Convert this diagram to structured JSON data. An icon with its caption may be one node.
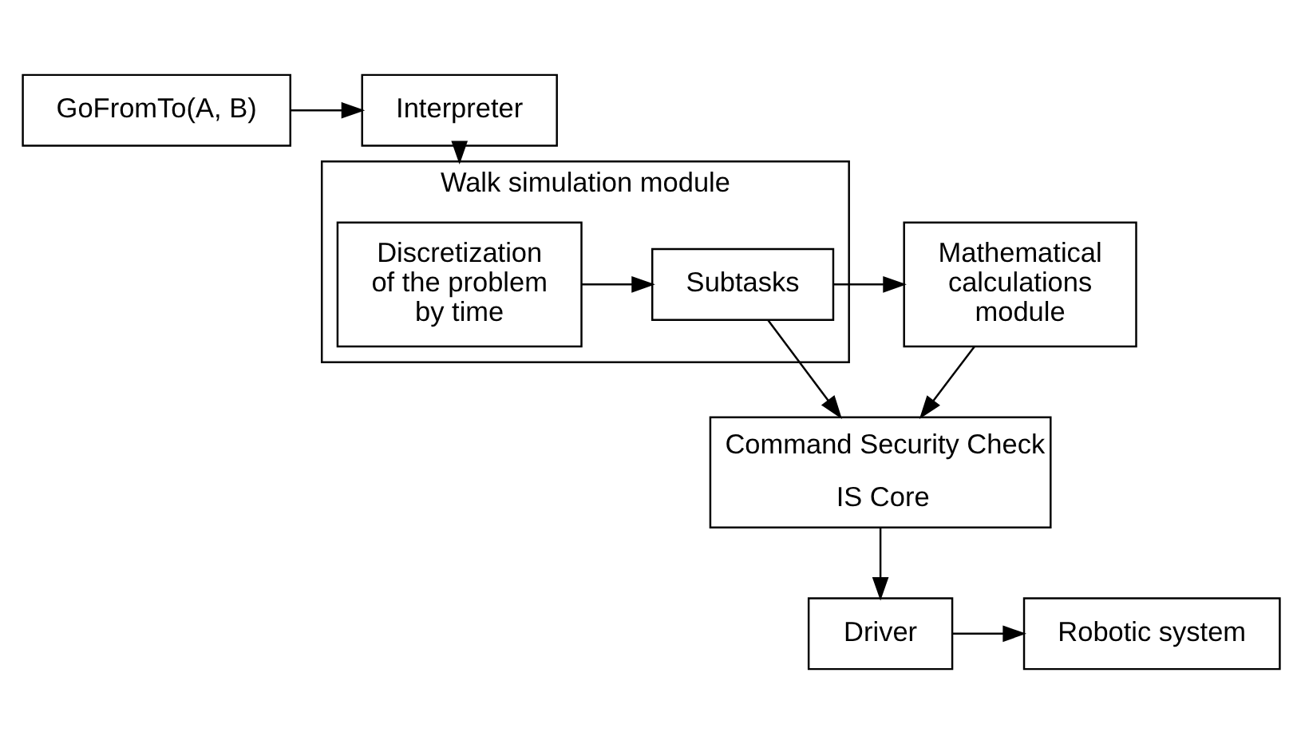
{
  "diagram": {
    "nodes": [
      {
        "text": [
          "Interpreter"
        ]
      },
      {
        "text": [
          "GoFromTo(A, B)"
        ]
      },
      {
        "text": [
          "Walk simulation module"
        ]
      },
      {
        "text": [
          "Discretization of the problem by time"
        ],
        "in": 2
      },
      {
        "text": [
          "Subtasks"
        ],
        "in": 2
      },
      {
        "text": [
          "Mathematical calculations module"
        ]
      },
      {
        "text": [
          "Command Security Check",
          "IS Core"
        ]
      },
      {
        "text": [
          "Driver"
        ]
      },
      {
        "text": [
          "Robotic system"
        ]
      }
    ],
    "edges": [
      {
        "from": 1,
        "to": 0,
        "arrow": "to"
      },
      {
        "from": 0,
        "to": 2,
        "arrow": "to"
      },
      {
        "from": 3,
        "to": 4,
        "arrow": "to"
      },
      {
        "from": 4,
        "to": 5,
        "arrow": "to"
      },
      {
        "from": 4,
        "to": 6,
        "arrow": "to"
      },
      {
        "from": 5,
        "to": 6,
        "arrow": "to"
      },
      {
        "from": 6,
        "to": 7,
        "arrow": "to"
      },
      {
        "from": 7,
        "to": 8,
        "arrow": "to"
      }
    ]
  }
}
